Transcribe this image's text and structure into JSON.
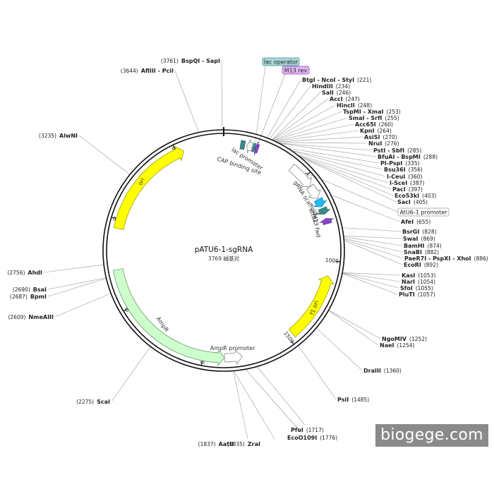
{
  "plasmid": {
    "name": "pATU6-1-sgRNA",
    "size_label": "3769 碱基对",
    "length_bp": 3769
  },
  "ticks": [
    {
      "bp": 500,
      "label": "500"
    },
    {
      "bp": 1000,
      "label": "1000"
    },
    {
      "bp": 1500,
      "label": "1500"
    },
    {
      "bp": 2000,
      "label": "2000"
    },
    {
      "bp": 2500,
      "label": "2500"
    },
    {
      "bp": 3000,
      "label": "3000"
    },
    {
      "bp": 3500,
      "label": "3500"
    }
  ],
  "features": [
    {
      "name": "ori",
      "start": 2950,
      "end": 3540,
      "dir": "cw",
      "ring": "inner",
      "color": "#ffff00",
      "stroke": "#a0a000",
      "label": "ori"
    },
    {
      "name": "AmpR",
      "start": 1880,
      "end": 2720,
      "dir": "ccw",
      "ring": "inner",
      "color": "#ccffcc",
      "stroke": "#6a9a6a",
      "label": "AmpR"
    },
    {
      "name": "f1 ori",
      "start": 1085,
      "end": 1470,
      "dir": "ccw",
      "ring": "inner",
      "color": "#ffff00",
      "stroke": "#a0a000",
      "label": "f1 ori"
    },
    {
      "name": "AmpR promoter",
      "start": 1780,
      "end": 1880,
      "dir": "ccw",
      "ring": "inner",
      "color": "#ffffff",
      "stroke": "#888888",
      "label": "AmpR promoter"
    },
    {
      "name": "gRNA scaffold",
      "start": 560,
      "end": 640,
      "dir": "cw",
      "ring": "inner",
      "color": "#ffffff",
      "stroke": "#888888",
      "label": "gRNA scaffold"
    },
    {
      "name": "attB2",
      "start": 700,
      "end": 735,
      "dir": "cw",
      "ring": "inner",
      "color": "#3a8a8a",
      "stroke": "#2a6a6a",
      "label": "attB2"
    },
    {
      "name": "M13 fwd",
      "start": 760,
      "end": 790,
      "dir": "ccw",
      "ring": "inner",
      "color": "#8844cc",
      "stroke": "#5a2a8a",
      "label": "M13 fwd"
    },
    {
      "name": "lac promoter",
      "start": 130,
      "end": 160,
      "dir": "ccw",
      "ring": "inner",
      "color": "#ffffff",
      "stroke": "#888888",
      "label": "lac promoter"
    },
    {
      "name": "CAP binding site",
      "start": 95,
      "end": 118,
      "dir": "none",
      "ring": "inner",
      "color": "#3a8a8a",
      "stroke": "#2a6a6a",
      "label": "CAP binding site"
    },
    {
      "name": "M13 rev",
      "start": 178,
      "end": 196,
      "dir": "ccw",
      "ring": "inner",
      "color": "#8844cc",
      "stroke": "#5a2a8a",
      "label": ""
    },
    {
      "name": "lac operator",
      "start": 165,
      "end": 176,
      "dir": "none",
      "ring": "inner",
      "color": "#3a8a8a",
      "stroke": "#2a6a6a",
      "label": ""
    },
    {
      "name": "AtU6-1 promoter",
      "start": 410,
      "end": 560,
      "dir": "cw",
      "ring": "inner",
      "color": "#ffffff",
      "stroke": "#888888",
      "label": ""
    },
    {
      "name": "gRNA arrow",
      "start": 645,
      "end": 690,
      "dir": "cw",
      "ring": "inner",
      "color": "#22bbee",
      "stroke": "#1188bb",
      "label": ""
    }
  ],
  "boxed_labels": [
    {
      "text": "lac operator",
      "bg": "#a8d8d8",
      "border": "#4a8a8a"
    },
    {
      "text": "M13 rev",
      "bg": "#e0b8f0",
      "border": "#8844cc"
    },
    {
      "text": "AtU6-1 promoter",
      "bg": "#ffffff",
      "border": "#999999"
    }
  ],
  "sites_right": [
    {
      "name": "BtgI - NcoI - StyI",
      "pos": "(221)",
      "bp": 221
    },
    {
      "name": "HindIII",
      "pos": "(234)",
      "bp": 234
    },
    {
      "name": "SalI",
      "pos": "(246)",
      "bp": 246
    },
    {
      "name": "AccI",
      "pos": "(247)",
      "bp": 247
    },
    {
      "name": "HincII",
      "pos": "(248)",
      "bp": 248
    },
    {
      "name": "TspMI - XmaI",
      "pos": "(253)",
      "bp": 253
    },
    {
      "name": "SmaI - SrfI",
      "pos": "(255)",
      "bp": 255
    },
    {
      "name": "Acc65I",
      "pos": "(260)",
      "bp": 260
    },
    {
      "name": "KpnI",
      "pos": "(264)",
      "bp": 264
    },
    {
      "name": "AsiSI",
      "pos": "(270)",
      "bp": 270
    },
    {
      "name": "NruI",
      "pos": "(276)",
      "bp": 276
    },
    {
      "name": "PstI - SbfI",
      "pos": "(285)",
      "bp": 285
    },
    {
      "name": "BfuAI - BspMI",
      "pos": "(288)",
      "bp": 288
    },
    {
      "name": "PI-PspI",
      "pos": "(335)",
      "bp": 335
    },
    {
      "name": "Bsu36I",
      "pos": "(356)",
      "bp": 356
    },
    {
      "name": "I-CeuI",
      "pos": "(360)",
      "bp": 360
    },
    {
      "name": "I-SceI",
      "pos": "(387)",
      "bp": 387
    },
    {
      "name": "PacI",
      "pos": "(397)",
      "bp": 397
    },
    {
      "name": "Eco53kI",
      "pos": "(403)",
      "bp": 403
    },
    {
      "name": "SacI",
      "pos": "(405)",
      "bp": 405
    },
    {
      "name": "AfeI",
      "pos": "(655)",
      "bp": 655
    },
    {
      "name": "BsrGI",
      "pos": "(828)",
      "bp": 828
    },
    {
      "name": "SwaI",
      "pos": "(869)",
      "bp": 869
    },
    {
      "name": "BamHI",
      "pos": "(874)",
      "bp": 874
    },
    {
      "name": "SnaBI",
      "pos": "(882)",
      "bp": 882
    },
    {
      "name": "PaeR7I - PspXI - XhoI",
      "pos": "(886)",
      "bp": 886
    },
    {
      "name": "EcoRI",
      "pos": "(892)",
      "bp": 892
    },
    {
      "name": "KasI",
      "pos": "(1053)",
      "bp": 1053
    },
    {
      "name": "NarI",
      "pos": "(1054)",
      "bp": 1054
    },
    {
      "name": "SfoI",
      "pos": "(1055)",
      "bp": 1055
    },
    {
      "name": "PluTI",
      "pos": "(1057)",
      "bp": 1057
    },
    {
      "name": "NgoMIV",
      "pos": "(1252)",
      "bp": 1252
    },
    {
      "name": "NaeI",
      "pos": "(1254)",
      "bp": 1254
    },
    {
      "name": "DraIII",
      "pos": "(1360)",
      "bp": 1360
    },
    {
      "name": "PsiI",
      "pos": "(1485)",
      "bp": 1485
    }
  ],
  "sites_bottom": [
    {
      "name": "PfoI",
      "pos": "(1717)",
      "bp": 1717
    },
    {
      "name": "EcoO109I",
      "pos": "(1776)",
      "bp": 1776
    },
    {
      "name": "ZraI",
      "pos": "(1835)",
      "bp": 1835
    },
    {
      "name": "AatII",
      "pos": "(1837)",
      "bp": 1837
    }
  ],
  "sites_left": [
    {
      "name": "ScaI",
      "pos": "(2275)",
      "bp": 2275
    },
    {
      "name": "NmeAIII",
      "pos": "(2609)",
      "bp": 2609
    },
    {
      "name": "BpmI",
      "pos": "(2687)",
      "bp": 2687
    },
    {
      "name": "BsaI",
      "pos": "(2690)",
      "bp": 2690
    },
    {
      "name": "AhdI",
      "pos": "(2756)",
      "bp": 2756
    },
    {
      "name": "AlwNI",
      "pos": "(3235)",
      "bp": 3235
    },
    {
      "name": "AflIII - PciI",
      "pos": "(3644)",
      "bp": 3644
    },
    {
      "name": "BspQI - SapI",
      "pos": "(3761)",
      "bp": 3761
    }
  ],
  "watermark": "biogege.com"
}
